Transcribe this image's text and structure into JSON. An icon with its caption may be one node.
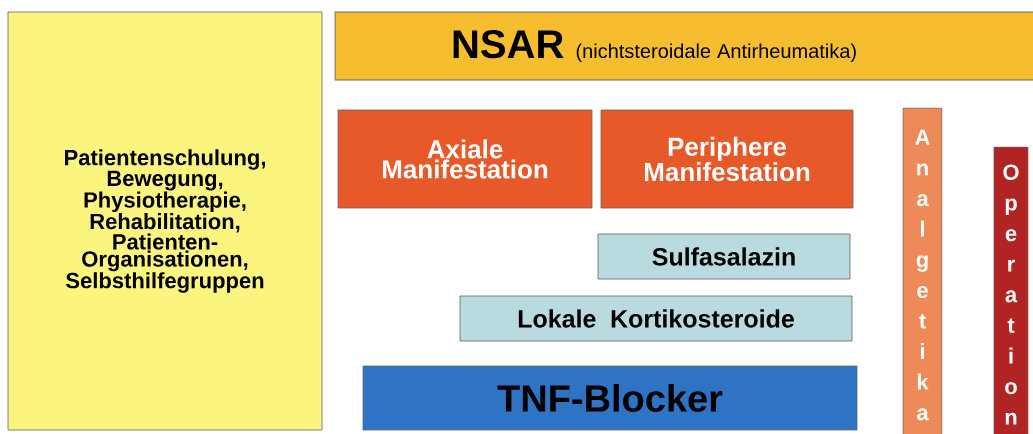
{
  "diagram": {
    "nodes": [
      {
        "text": [
          "Patientenschulung, Bewegung, Physiotherapie, Rehabilitation, Patienten-Organisationen, Selbsthilfegruppen"
        ]
      },
      {
        "text": [
          "NSAR",
          "(nichtsteroidale Antirheumatika)"
        ]
      },
      {
        "text": [
          "Axiale Manifestation"
        ]
      },
      {
        "text": [
          "Periphere Manifestation"
        ]
      },
      {
        "text": [
          "Sulfasalazin"
        ]
      },
      {
        "text": [
          "Lokale Kortikosteroide"
        ]
      },
      {
        "text": [
          "TNF-Blocker"
        ]
      },
      {
        "text": [
          "Analgetika"
        ]
      },
      {
        "text": [
          "Operation"
        ]
      }
    ]
  }
}
